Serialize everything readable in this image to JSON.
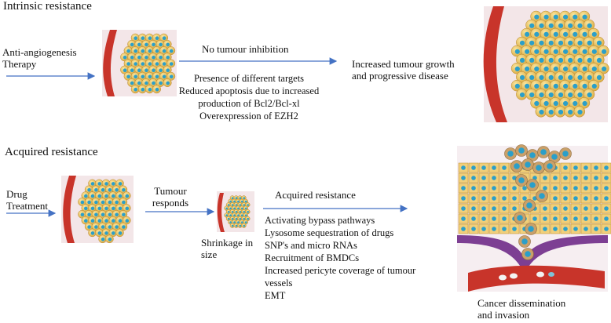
{
  "colors": {
    "arrow": "#4472c4",
    "vessel": "#c8342a",
    "cell": "#e9c46a",
    "nucleus": "#2b9fc9",
    "stroma": "#7d3f93"
  },
  "intrinsic": {
    "heading": "Intrinsic resistance",
    "therapy_label": [
      "Anti-angiogenesis",
      "Therapy"
    ],
    "no_inhibition": "No tumour inhibition",
    "mechanisms": [
      "Presence of different targets",
      "Reduced apoptosis due to increased",
      "production of Bcl2/Bcl-xl",
      "Overexpression of EZH2"
    ],
    "outcome": [
      "Increased tumour growth",
      "and progressive disease"
    ]
  },
  "acquired": {
    "heading": "Acquired resistance",
    "drug_label": [
      "Drug",
      "Treatment"
    ],
    "responds": [
      "Tumour",
      "responds"
    ],
    "shrink": [
      "Shrinkage in",
      "size"
    ],
    "resistance_title": "Acquired resistance",
    "mechanisms": [
      "Activating bypass pathways",
      "Lysosome sequestration of drugs",
      "SNP's and micro RNAs",
      "Recruitment of BMDCs",
      "Increased pericyte coverage of tumour",
      "vessels",
      "EMT"
    ],
    "outcome": [
      "Cancer dissemination",
      "and invasion"
    ]
  }
}
